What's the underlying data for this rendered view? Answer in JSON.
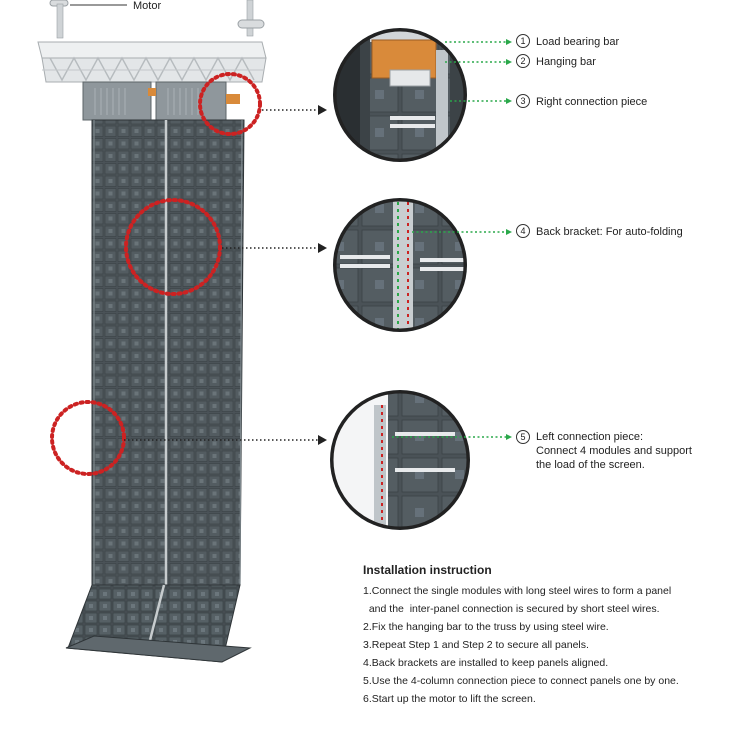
{
  "motor_label": "Motor",
  "callouts": [
    {
      "num": "1",
      "text": "Load bearing bar"
    },
    {
      "num": "2",
      "text": "Hanging bar"
    },
    {
      "num": "3",
      "text": "Right connection piece"
    },
    {
      "num": "4",
      "text": "Back bracket:  For auto-folding"
    },
    {
      "num": "5",
      "text": "Left connection piece:\nConnect 4 modules and support\nthe load of the screen."
    }
  ],
  "instructions": {
    "title": "Installation instruction",
    "steps": [
      "1.Connect the single modules with long steel wires to form a panel",
      "  and the  inter-panel connection is secured by short steel wires.",
      "2.Fix the hanging bar to the truss by using steel wire.",
      "3.Repeat Step 1 and Step 2 to secure all panels.",
      "4.Back brackets are installed to keep panels aligned.",
      "5.Use the 4-column connection piece to connect panels one by one.",
      "6.Start up the motor to lift the screen."
    ]
  },
  "colors": {
    "panel": "#4a5257",
    "panel_dark": "#333a3e",
    "truss": "#e8eaec",
    "highlight_ring": "#cc2222",
    "leader_green": "#2aa84a",
    "bracket_orange": "#d98a3a"
  }
}
